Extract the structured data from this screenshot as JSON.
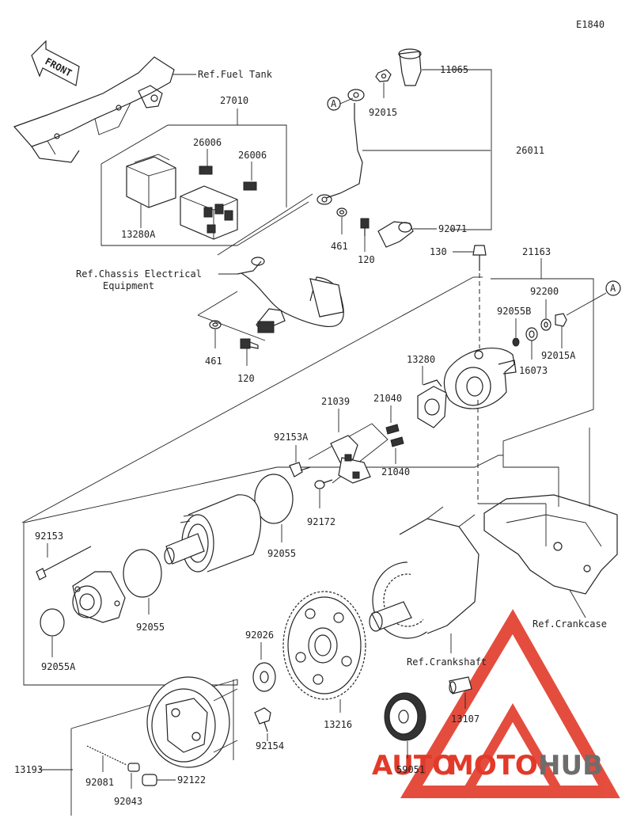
{
  "diagram": {
    "code": "E1840",
    "front_label": "FRONT",
    "refs": {
      "fuel_tank": "Ref.Fuel Tank",
      "chassis_line1": "Ref.Chassis Electrical",
      "chassis_line2": "Equipment",
      "crankcase": "Ref.Crankcase",
      "crankshaft": "Ref.Crankshaft"
    },
    "callout_a": "A",
    "parts": {
      "p27010": "27010",
      "p26006a": "26006",
      "p26006b": "26006",
      "p13280a": "13280A",
      "p11065": "11065",
      "p92015": "92015",
      "p26011": "26011",
      "p461a": "461",
      "p120a": "120",
      "p92071": "92071",
      "p461b": "461",
      "p120b": "120",
      "p130": "130",
      "p21163": "21163",
      "p92200": "92200",
      "p92055b": "92055B",
      "p92015a": "92015A",
      "p16073": "16073",
      "p13280": "13280",
      "p21039": "21039",
      "p21040a": "21040",
      "p21040b": "21040",
      "p92153a": "92153A",
      "p92172": "92172",
      "p92055a_ring": "92055",
      "p92153": "92153",
      "p92055b_ring": "92055",
      "p92055a": "92055A",
      "p92026": "92026",
      "p13216": "13216",
      "p92154": "92154",
      "p13193": "13193",
      "p92081": "92081",
      "p92043": "92043",
      "p92122": "92122",
      "p13107": "13107",
      "p59051": "59051"
    }
  },
  "watermark": {
    "part1": "AUTO",
    "part2": "MOTO",
    "part3": "HUB",
    "color_red": "#e23a2a",
    "color_grey": "#6d6d6d"
  }
}
